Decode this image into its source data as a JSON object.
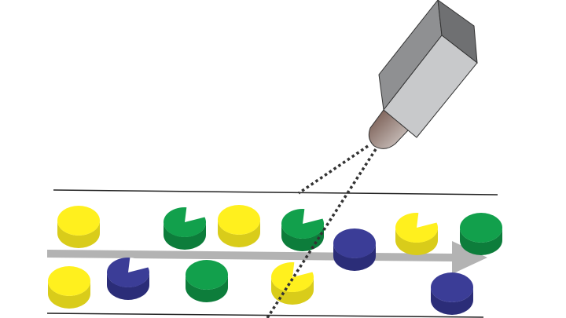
{
  "colors": {
    "yellow": {
      "top": "#fff01e",
      "side": "#d9cc1a"
    },
    "green": {
      "top": "#12a04c",
      "side": "#0d7d3b"
    },
    "blue": {
      "top": "#3b3d97",
      "side": "#2b2d78"
    },
    "arrow": "#b3b3b3",
    "camera_front": "#c8c9cb",
    "camera_left": "#8f9092",
    "camera_right": "#6f7072",
    "lens": "#8a6e65"
  },
  "pills": [
    {
      "color": "yellow",
      "chipped": false
    },
    {
      "color": "green",
      "chipped": true
    },
    {
      "color": "yellow",
      "chipped": false
    },
    {
      "color": "green",
      "chipped": true
    },
    {
      "color": "blue",
      "chipped": false
    },
    {
      "color": "yellow",
      "chipped": true
    },
    {
      "color": "green",
      "chipped": false
    },
    {
      "color": "yellow",
      "chipped": false
    },
    {
      "color": "blue",
      "chipped": true
    },
    {
      "color": "green",
      "chipped": false
    },
    {
      "color": "yellow",
      "chipped": true
    },
    {
      "color": "blue",
      "chipped": false
    }
  ]
}
